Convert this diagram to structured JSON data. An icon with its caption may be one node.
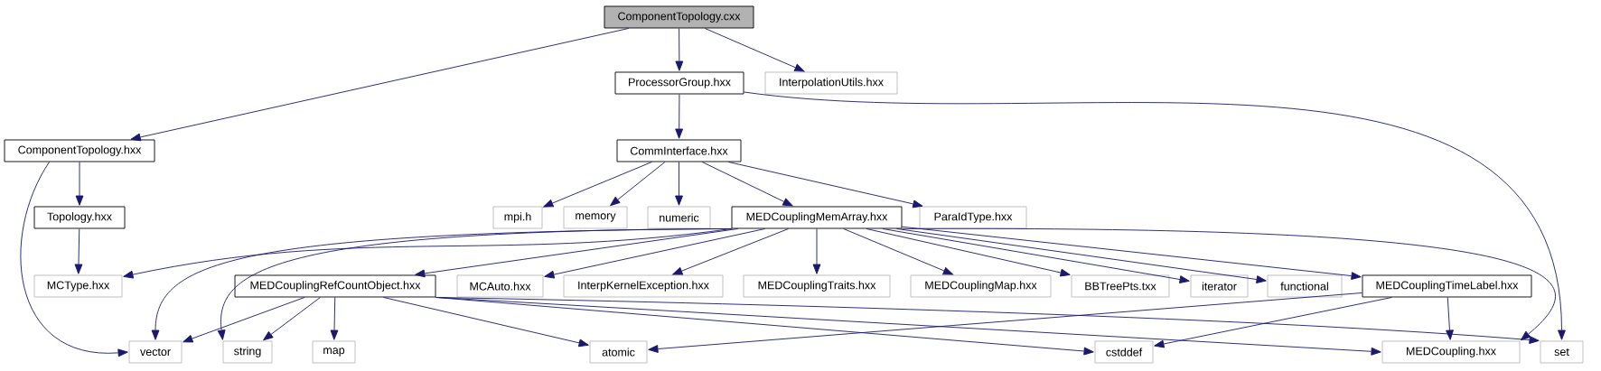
{
  "diagram": {
    "nodes": [
      {
        "text": [
          "ComponentTopology.cxx"
        ]
      },
      {
        "text": [
          "ProcessorGroup.hxx"
        ]
      },
      {
        "text": [
          "InterpolationUtils.hxx"
        ]
      },
      {
        "text": [
          "ComponentTopology.hxx"
        ]
      },
      {
        "text": [
          "CommInterface.hxx"
        ]
      },
      {
        "text": [
          "Topology.hxx"
        ]
      },
      {
        "text": [
          "mpi.h"
        ]
      },
      {
        "text": [
          "memory"
        ]
      },
      {
        "text": [
          "numeric"
        ]
      },
      {
        "text": [
          "MEDCouplingMemArray.hxx"
        ]
      },
      {
        "text": [
          "ParaIdType.hxx"
        ]
      },
      {
        "text": [
          "MCType.hxx"
        ]
      },
      {
        "text": [
          "MEDCouplingRefCountObject.hxx"
        ]
      },
      {
        "text": [
          "MCAuto.hxx"
        ]
      },
      {
        "text": [
          "InterpKernelException.hxx"
        ]
      },
      {
        "text": [
          "MEDCouplingTraits.hxx"
        ]
      },
      {
        "text": [
          "MEDCouplingMap.hxx"
        ]
      },
      {
        "text": [
          "BBTreePts.txx"
        ]
      },
      {
        "text": [
          "iterator"
        ]
      },
      {
        "text": [
          "functional"
        ]
      },
      {
        "text": [
          "MEDCouplingTimeLabel.hxx"
        ]
      },
      {
        "text": [
          "vector"
        ]
      },
      {
        "text": [
          "string"
        ]
      },
      {
        "text": [
          "map"
        ]
      },
      {
        "text": [
          "atomic"
        ]
      },
      {
        "text": [
          "cstddef"
        ]
      },
      {
        "text": [
          "MEDCoupling.hxx"
        ]
      },
      {
        "text": [
          "set"
        ]
      }
    ],
    "edges": [
      {
        "from": 0,
        "to": 3,
        "arrow": "to"
      },
      {
        "from": 0,
        "to": 1,
        "arrow": "to"
      },
      {
        "from": 0,
        "to": 2,
        "arrow": "to"
      },
      {
        "from": 1,
        "to": 4,
        "arrow": "to"
      },
      {
        "from": 1,
        "to": 27,
        "arrow": "to"
      },
      {
        "from": 3,
        "to": 5,
        "arrow": "to"
      },
      {
        "from": 3,
        "to": 21,
        "arrow": "to"
      },
      {
        "from": 5,
        "to": 11,
        "arrow": "to"
      },
      {
        "from": 4,
        "to": 6,
        "arrow": "to"
      },
      {
        "from": 4,
        "to": 7,
        "arrow": "to"
      },
      {
        "from": 4,
        "to": 8,
        "arrow": "to"
      },
      {
        "from": 4,
        "to": 9,
        "arrow": "to"
      },
      {
        "from": 4,
        "to": 10,
        "arrow": "to"
      },
      {
        "from": 9,
        "to": 11,
        "arrow": "to"
      },
      {
        "from": 9,
        "to": 21,
        "arrow": "to"
      },
      {
        "from": 9,
        "to": 22,
        "arrow": "to"
      },
      {
        "from": 9,
        "to": 12,
        "arrow": "to"
      },
      {
        "from": 9,
        "to": 13,
        "arrow": "to"
      },
      {
        "from": 9,
        "to": 14,
        "arrow": "to"
      },
      {
        "from": 9,
        "to": 15,
        "arrow": "to"
      },
      {
        "from": 9,
        "to": 16,
        "arrow": "to"
      },
      {
        "from": 9,
        "to": 17,
        "arrow": "to"
      },
      {
        "from": 9,
        "to": 18,
        "arrow": "to"
      },
      {
        "from": 9,
        "to": 19,
        "arrow": "to"
      },
      {
        "from": 9,
        "to": 20,
        "arrow": "to"
      },
      {
        "from": 9,
        "to": 26,
        "arrow": "to"
      },
      {
        "from": 12,
        "to": 21,
        "arrow": "to"
      },
      {
        "from": 12,
        "to": 22,
        "arrow": "to"
      },
      {
        "from": 12,
        "to": 23,
        "arrow": "to"
      },
      {
        "from": 12,
        "to": 24,
        "arrow": "to"
      },
      {
        "from": 12,
        "to": 25,
        "arrow": "to"
      },
      {
        "from": 12,
        "to": 26,
        "arrow": "to"
      },
      {
        "from": 12,
        "to": 27,
        "arrow": "to"
      },
      {
        "from": 20,
        "to": 24,
        "arrow": "to"
      },
      {
        "from": 20,
        "to": 25,
        "arrow": "to"
      },
      {
        "from": 20,
        "to": 26,
        "arrow": "to"
      }
    ]
  }
}
